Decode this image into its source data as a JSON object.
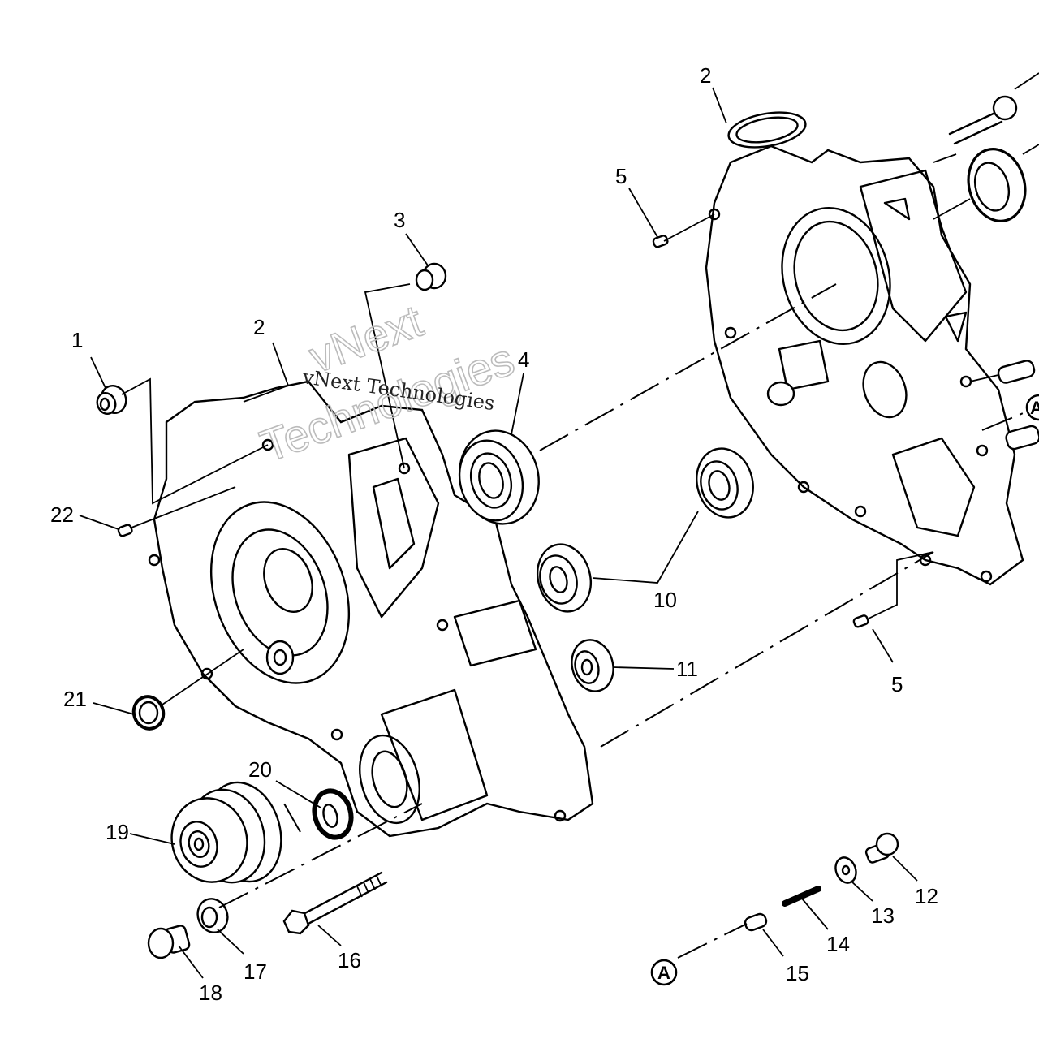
{
  "diagram": {
    "title": "Crankcase exploded parts diagram",
    "watermark": {
      "primary": "vNext Technologies",
      "outline_line1": "vNext",
      "outline_line2": "Technologies"
    },
    "reference_marker": "A",
    "callouts": [
      {
        "id": "c1",
        "label": "1"
      },
      {
        "id": "c2a",
        "label": "2"
      },
      {
        "id": "c2b",
        "label": "2"
      },
      {
        "id": "c3",
        "label": "3"
      },
      {
        "id": "c4",
        "label": "4"
      },
      {
        "id": "c5a",
        "label": "5"
      },
      {
        "id": "c5b",
        "label": "5"
      },
      {
        "id": "c10",
        "label": "10"
      },
      {
        "id": "c11",
        "label": "11"
      },
      {
        "id": "c12",
        "label": "12"
      },
      {
        "id": "c13",
        "label": "13"
      },
      {
        "id": "c14",
        "label": "14"
      },
      {
        "id": "c15",
        "label": "15"
      },
      {
        "id": "c16",
        "label": "16"
      },
      {
        "id": "c17",
        "label": "17"
      },
      {
        "id": "c18",
        "label": "18"
      },
      {
        "id": "c19",
        "label": "19"
      },
      {
        "id": "c20",
        "label": "20"
      },
      {
        "id": "c21",
        "label": "21"
      },
      {
        "id": "c22",
        "label": "22"
      }
    ]
  }
}
